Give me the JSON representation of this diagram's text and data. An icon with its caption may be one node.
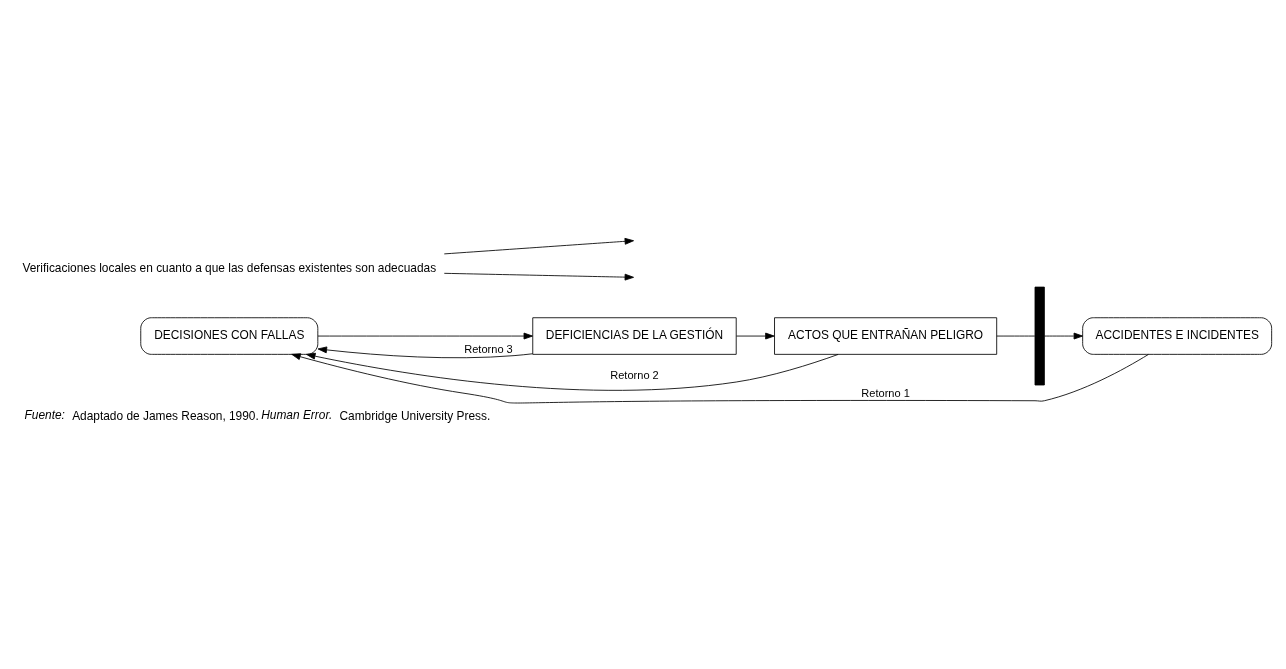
{
  "diagram": {
    "caption": "*Fuente:* Adaptado de James Reason, 1990. *Human Error.* Cambridge University Press.",
    "nodes": [
      {
        "text": [
          "DECISIONES CON FALLAS"
        ]
      },
      {
        "text": [
          "DEFICIENCIAS DE LA GESTIÓN"
        ]
      },
      {
        "text": [
          "ACTOS QUE ENTRAÑAN PELIGRO"
        ]
      },
      {
        "text": [],
        "shape": "bar"
      },
      {
        "text": [
          "ACCIDENTES E INCIDENTES"
        ]
      },
      {
        "text": [
          "Verificaciones locales en cuanto a que las defensas existentes son adecuadas"
        ]
      }
    ],
    "edges": [
      {
        "from": 0,
        "to": 1,
        "arrow": "to"
      },
      {
        "from": 1,
        "to": 2,
        "arrow": "to"
      },
      {
        "from": 2,
        "to": 3,
        "arrow": "none"
      },
      {
        "from": 3,
        "to": 4,
        "arrow": "to"
      },
      {
        "from": 1,
        "to": 0,
        "arrow": "to",
        "label": "Retorno 3"
      },
      {
        "from": 2,
        "to": 0,
        "arrow": "to",
        "label": "Retorno 2"
      },
      {
        "from": 4,
        "to": 0,
        "arrow": "to",
        "label": "Retorno 1"
      },
      {
        "from": 5,
        "to": null,
        "arrow": "to"
      },
      {
        "from": 5,
        "to": null,
        "arrow": "to"
      }
    ]
  }
}
